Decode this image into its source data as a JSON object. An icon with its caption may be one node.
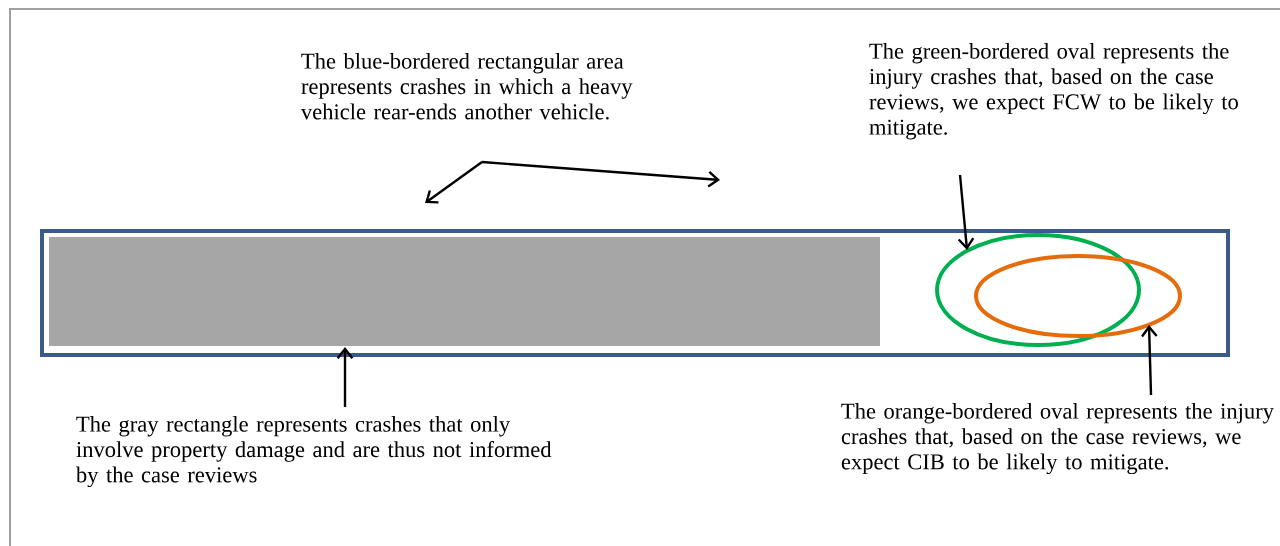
{
  "diagram": {
    "nodes": [
      {
        "text": [
          "The blue-bordered rectangular area represents crashes in which a heavy vehicle rear-ends another vehicle."
        ]
      },
      {
        "text": [
          "The green-bordered oval represents the injury crashes that, based on the case reviews, we expect FCW to be likely to mitigate."
        ]
      },
      {
        "text": [],
        "shape": "box"
      },
      {
        "text": [],
        "shape": "box",
        "in": 2
      },
      {
        "text": [],
        "shape": "ellipse",
        "in": 2
      },
      {
        "text": [],
        "shape": "ellipse",
        "in": 2
      },
      {
        "text": [
          "The gray rectangle represents crashes that only involve property damage and are thus not informed by the case reviews"
        ]
      },
      {
        "text": [
          "The orange-bordered oval represents the injury crashes that, based on the case reviews, we expect CIB to be likely to mitigate."
        ]
      }
    ],
    "edges": [
      {
        "from": 0,
        "to": 2,
        "arrow": "to"
      },
      {
        "from": 0,
        "to": 2,
        "arrow": "to"
      },
      {
        "from": 1,
        "to": 4,
        "arrow": "to"
      },
      {
        "from": 6,
        "to": 3,
        "arrow": "to"
      },
      {
        "from": 7,
        "to": 5,
        "arrow": "to"
      }
    ]
  }
}
